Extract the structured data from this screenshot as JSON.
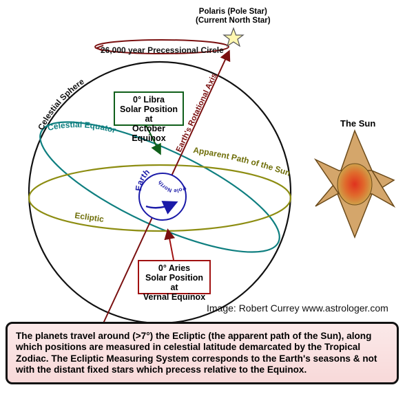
{
  "labels": {
    "polaris_line1": "Polaris (Pole Star)",
    "polaris_line2": "(Current North Star)",
    "precessional_circle": "26,000 year Precessional Circle",
    "celestial_sphere": "Celestial Sphere",
    "celestial_equator": "Celestial Equator",
    "rotational_axis": "Earth's Rotational Axis",
    "apparent_path": "Apparent Path of the Sun",
    "ecliptic": "Ecliptic",
    "earth": "Earth",
    "pole": "Pole",
    "north": "North",
    "the_sun": "The Sun"
  },
  "libra_box": {
    "line1": "0° Libra",
    "line2": "Solar Position at",
    "line3": "October Equinox"
  },
  "aries_box": {
    "line1": "0° Aries",
    "line2": "Solar Position at",
    "line3": "Vernal Equinox"
  },
  "credit": "Image: Robert Currey www.astrologer.com",
  "caption": "The planets travel around (>7°) the Ecliptic (the apparent path of the Sun), along which positions are measured in celestial latitude demarcated by the Tropical Zodiac.  The Ecliptic Measuring System corresponds to the Earth's seasons & not with the distant fixed stars which precess relative to the Equinox.",
  "colors": {
    "sphere": "#111111",
    "equator": "#0f7f80",
    "ecliptic": "#8d8d12",
    "axis": "#7a1010",
    "earth": "#1a1aa8",
    "libra_border": "#0f5f1a",
    "aries_border": "#a01010",
    "sun_outer": "#d2a36a",
    "sun_inner": "#e0321e"
  }
}
